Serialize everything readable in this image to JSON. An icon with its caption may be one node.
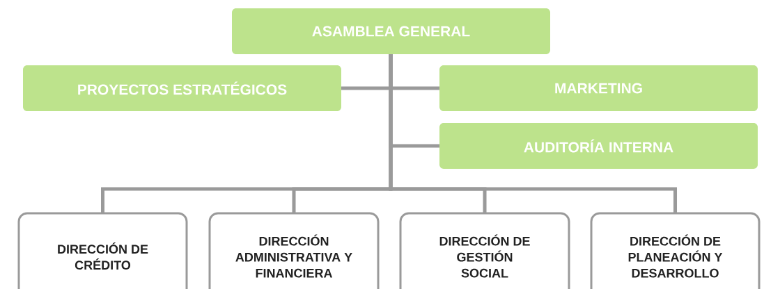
{
  "diagram": {
    "nodes": [
      {
        "text": [
          "ASAMBLEA GENERAL"
        ]
      },
      {
        "text": [
          "PROYECTOS ESTRATÉGICOS"
        ]
      },
      {
        "text": [
          "MARKETING"
        ]
      },
      {
        "text": [
          "AUDITORÍA INTERNA"
        ]
      },
      {
        "text": [
          "DIRECCIÓN DE CRÉDITO"
        ]
      },
      {
        "text": [
          "DIRECCIÓN ADMINISTRATIVA Y FINANCIERA"
        ]
      },
      {
        "text": [
          "DIRECCIÓN DE GESTIÓN SOCIAL"
        ]
      },
      {
        "text": [
          "DIRECCIÓN DE PLANEACIÓN Y DESARROLLO"
        ]
      }
    ],
    "edges": [
      {
        "from": 0,
        "to": 1,
        "arrow": "none"
      },
      {
        "from": 0,
        "to": 2,
        "arrow": "none"
      },
      {
        "from": 0,
        "to": 3,
        "arrow": "none"
      },
      {
        "from": 0,
        "to": 4,
        "arrow": "none"
      },
      {
        "from": 0,
        "to": 5,
        "arrow": "none"
      },
      {
        "from": 0,
        "to": 6,
        "arrow": "none"
      },
      {
        "from": 0,
        "to": 7,
        "arrow": "none"
      }
    ]
  }
}
